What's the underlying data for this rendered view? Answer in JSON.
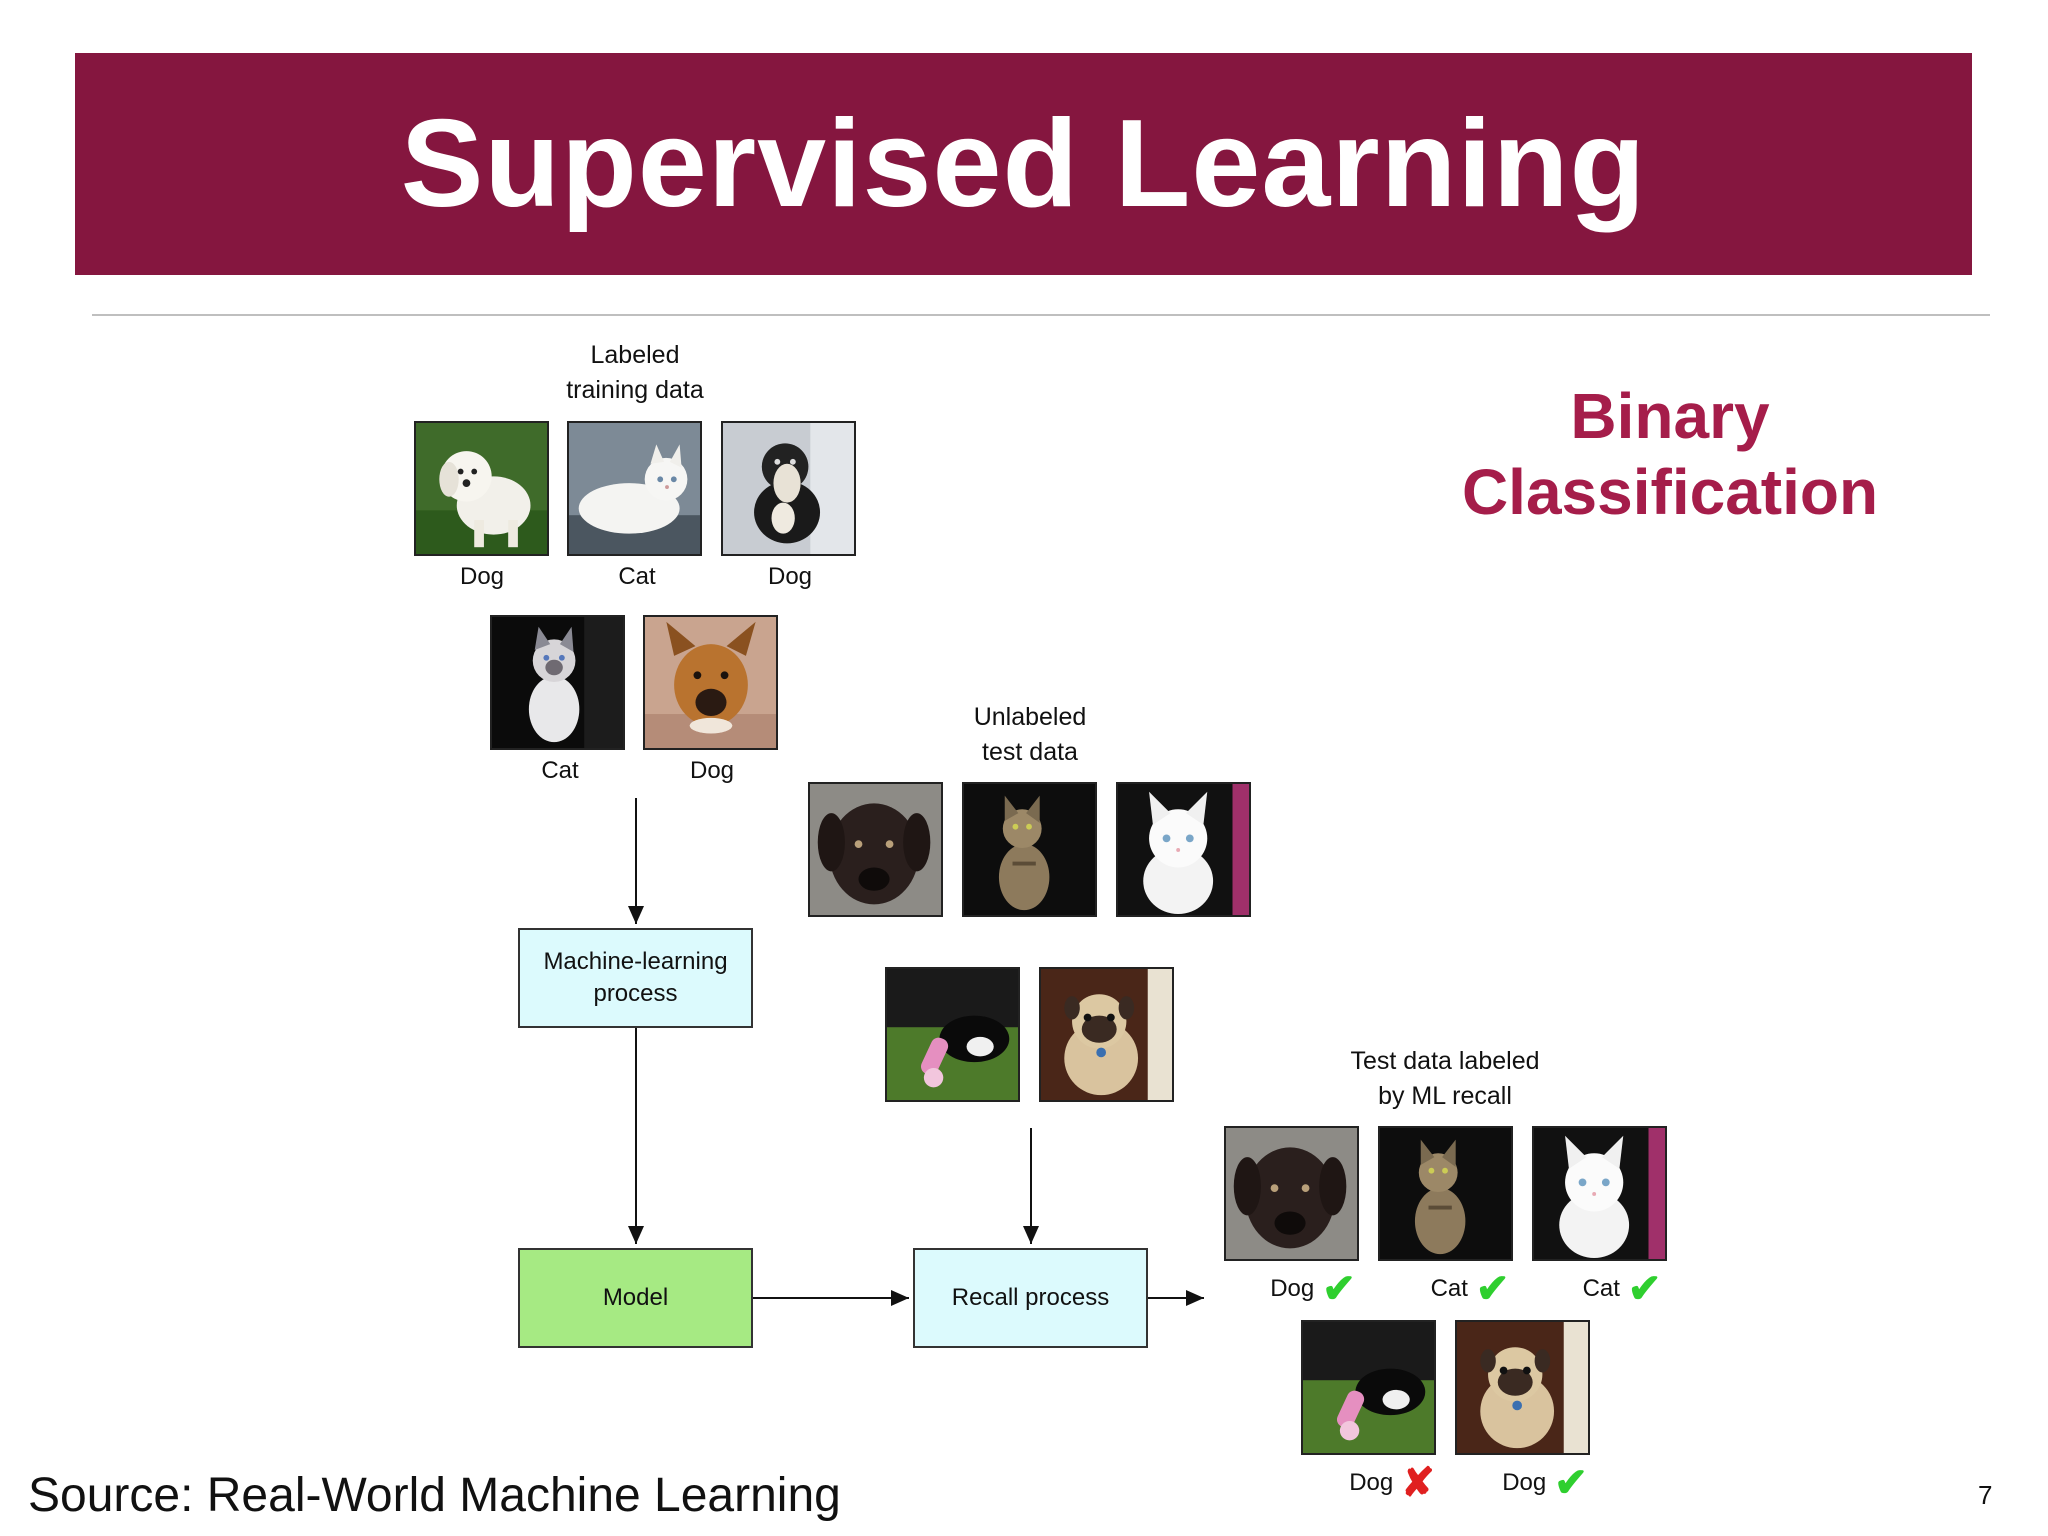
{
  "slide": {
    "title": "Supervised Learning",
    "side_heading": [
      "Binary",
      "Classification"
    ],
    "source": "Source: Real-World Machine Learning",
    "page_number": "7",
    "accent_color": "#85163f",
    "heading_color": "#a51d4a"
  },
  "diagram": {
    "training_label": [
      "Labeled",
      "training data"
    ],
    "training_images": [
      "Dog",
      "Cat",
      "Dog",
      "Cat",
      "Dog"
    ],
    "test_label": [
      "Unlabeled",
      "test data"
    ],
    "result_label": [
      "Test data labeled",
      "by ML recall"
    ],
    "results": [
      {
        "label": "Dog",
        "mark": "✔"
      },
      {
        "label": "Cat",
        "mark": "✔"
      },
      {
        "label": "Cat",
        "mark": "✔"
      },
      {
        "label": "Dog",
        "mark": "✘"
      },
      {
        "label": "Dog",
        "mark": "✔"
      }
    ],
    "ml_process": [
      "Machine-learning",
      "process"
    ],
    "model": "Model",
    "recall": "Recall process",
    "colors": {
      "process_box": "#dcfafd",
      "model_box": "#a6ea83",
      "correct": "#2fcf2f",
      "wrong": "#e02020"
    }
  }
}
